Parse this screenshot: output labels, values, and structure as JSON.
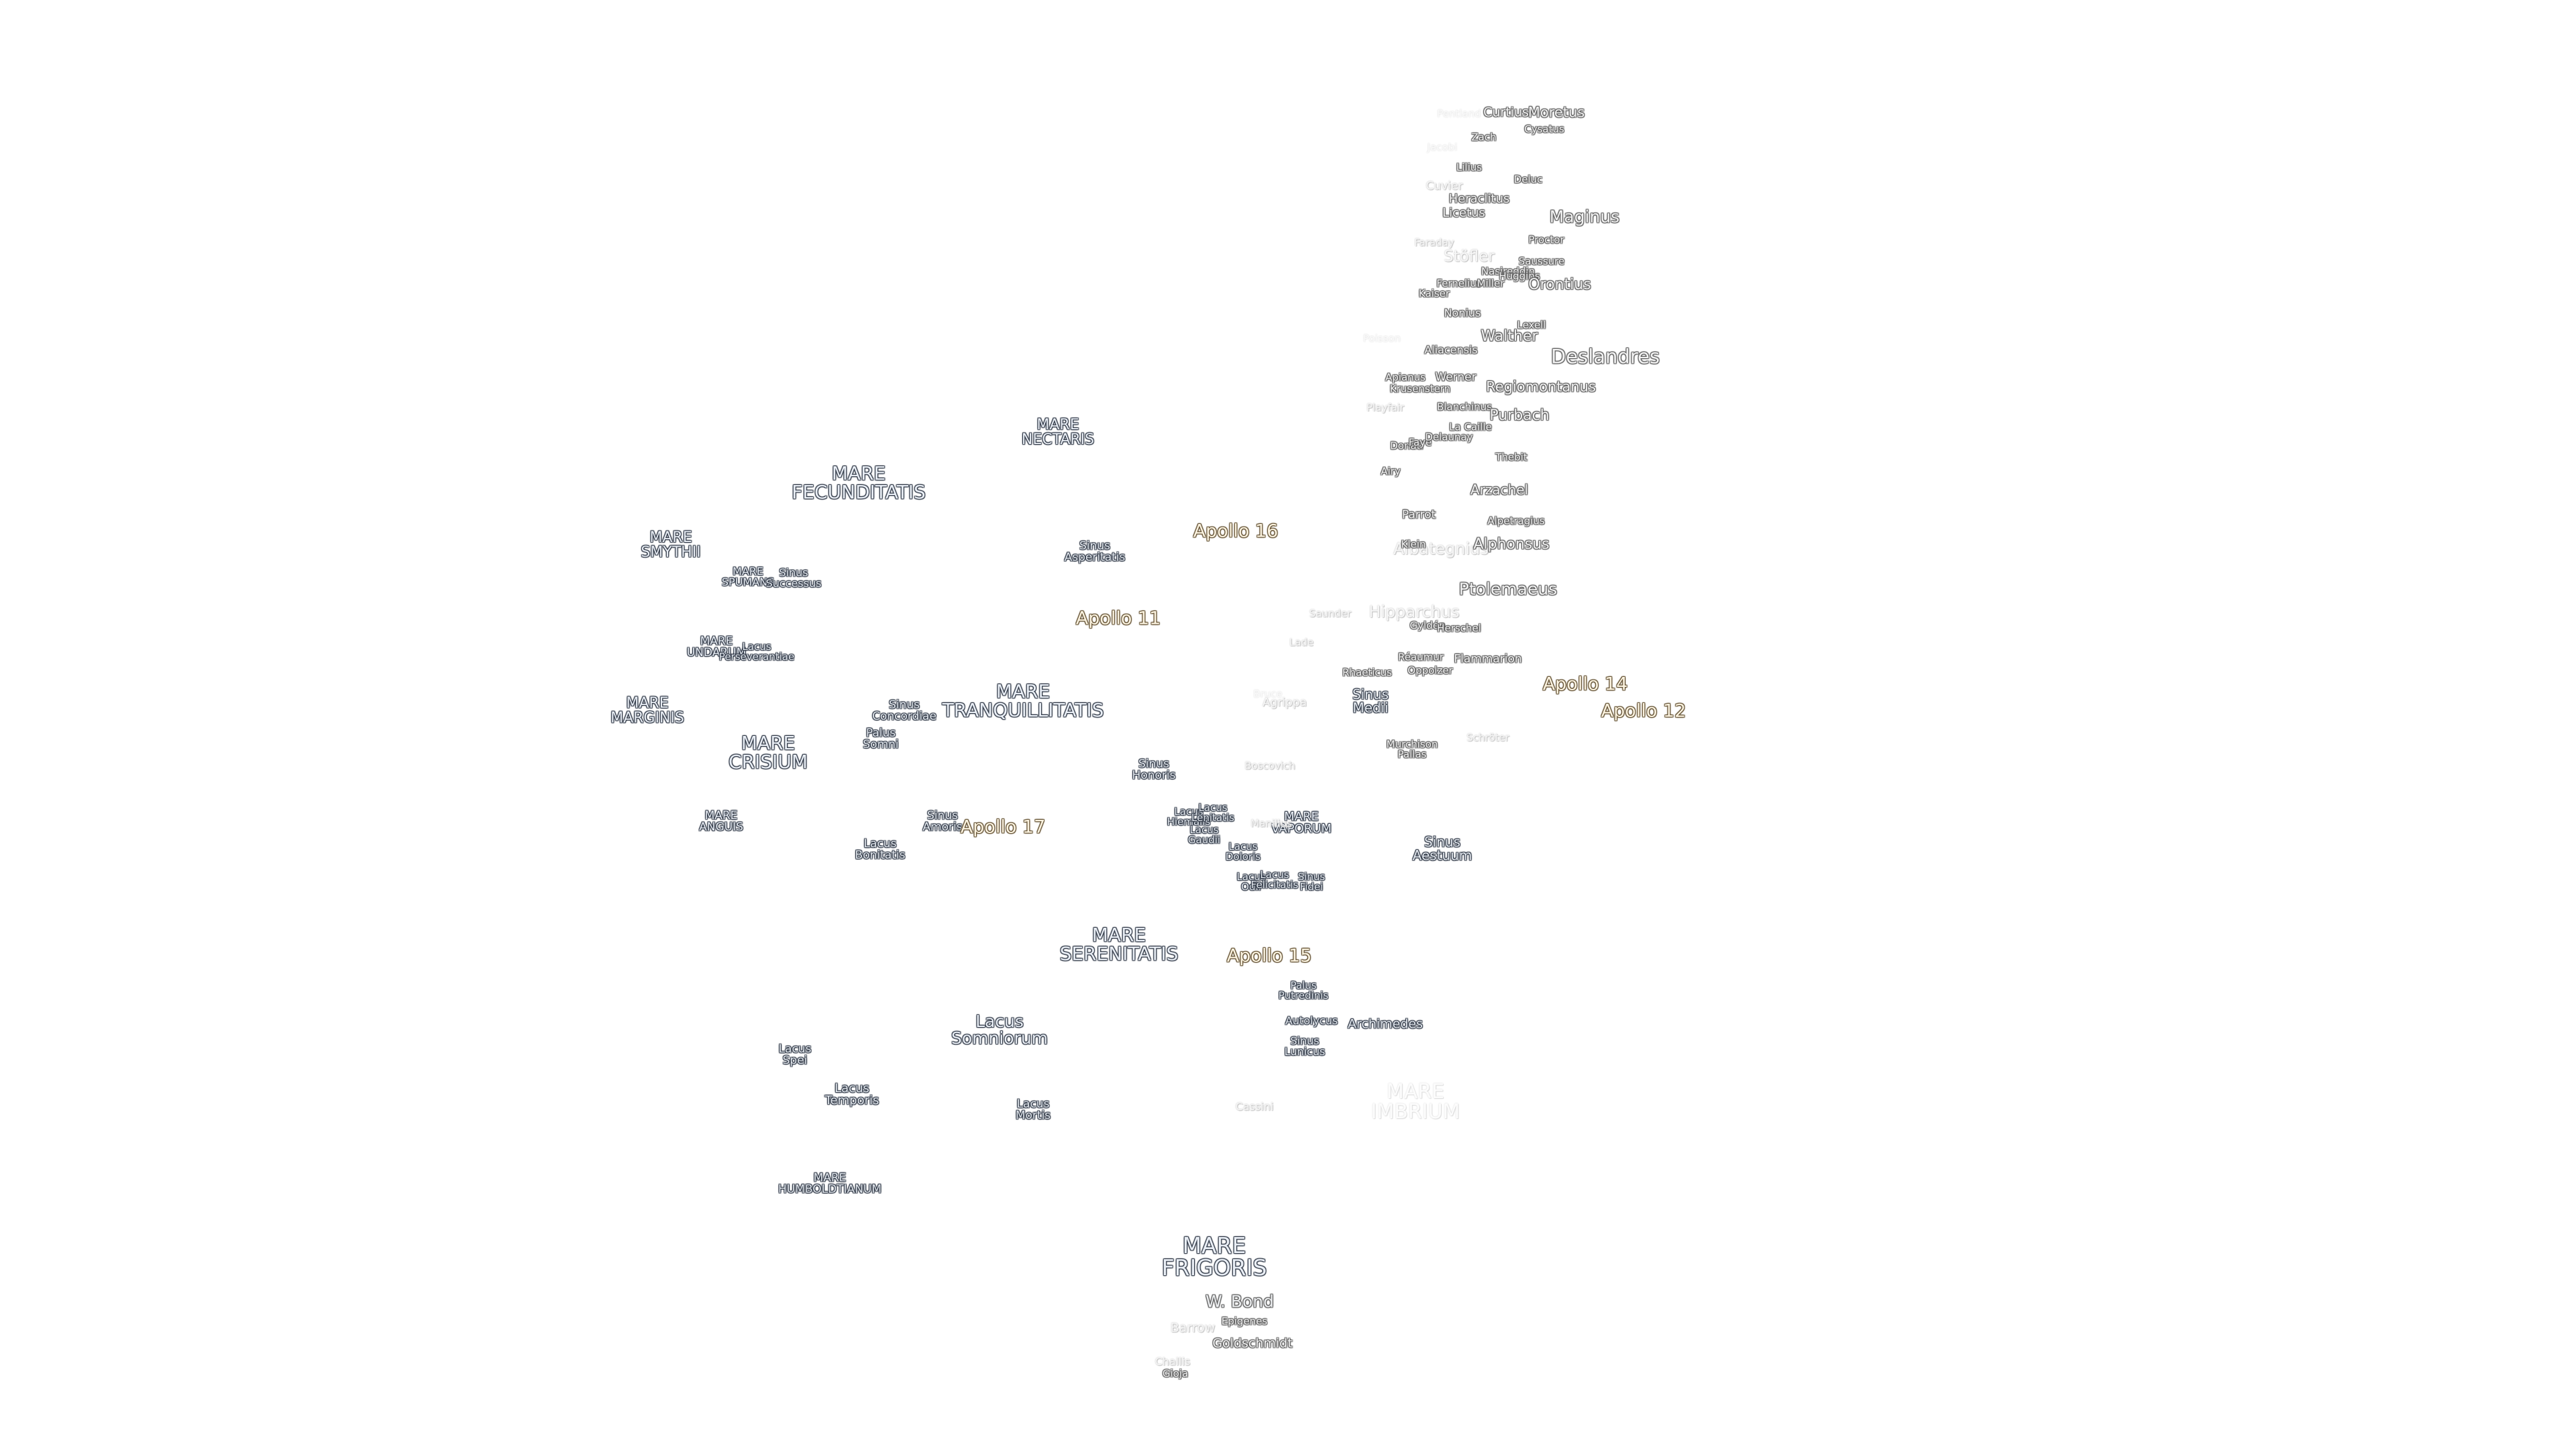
{
  "map": {
    "labels": [
      {
        "id": "mare-nectaris",
        "text": "MARE\nNECTARIS",
        "kind": "mare"
      },
      {
        "id": "mare-fecunditatis",
        "text": "MARE\nFECUNDITATIS",
        "kind": "mare"
      },
      {
        "id": "mare-smythii",
        "text": "MARE\nSMYTHII",
        "kind": "mare"
      },
      {
        "id": "mare-spumans",
        "text": "MARE\nSPUMANS",
        "kind": "mare"
      },
      {
        "id": "sinus-successus",
        "text": "Sinus\nSuccessus",
        "kind": "feature"
      },
      {
        "id": "mare-undarum",
        "text": "MARE\nUNDARUM",
        "kind": "mare"
      },
      {
        "id": "lacus-perseverantiae",
        "text": "Lacus\nPerseverantiae",
        "kind": "feature"
      },
      {
        "id": "mare-marginis",
        "text": "MARE\nMARGINIS",
        "kind": "mare"
      },
      {
        "id": "mare-crisium",
        "text": "MARE\nCRISIUM",
        "kind": "mare"
      },
      {
        "id": "sinus-concordiae",
        "text": "Sinus\nConcordiae",
        "kind": "feature"
      },
      {
        "id": "palus-somni",
        "text": "Palus\nSomni",
        "kind": "feature"
      },
      {
        "id": "mare-tranquillitatis",
        "text": "MARE\nTRANQUILLITATIS",
        "kind": "mare"
      },
      {
        "id": "sinus-asperitatis",
        "text": "Sinus\nAsperitatis",
        "kind": "feature"
      },
      {
        "id": "mare-anguis",
        "text": "MARE\nANGUIS",
        "kind": "mare"
      },
      {
        "id": "sinus-amoris",
        "text": "Sinus\nAmoris",
        "kind": "feature"
      },
      {
        "id": "lacus-bonitatis",
        "text": "Lacus\nBonitatis",
        "kind": "feature"
      },
      {
        "id": "sinus-honoris",
        "text": "Sinus\nHonoris",
        "kind": "feature"
      },
      {
        "id": "lacus-hiemalis",
        "text": "Lacus\nHiemalis",
        "kind": "feature"
      },
      {
        "id": "lacus-lenitatis",
        "text": "Lacus\nLenitatis",
        "kind": "feature"
      },
      {
        "id": "lacus-gaudii",
        "text": "Lacus\nGaudii",
        "kind": "feature"
      },
      {
        "id": "lacus-doloris",
        "text": "Lacus\nDoloris",
        "kind": "feature"
      },
      {
        "id": "mare-vaporum",
        "text": "MARE\nVAPORUM",
        "kind": "mare"
      },
      {
        "id": "lacus-odii",
        "text": "Lacus\nOdii",
        "kind": "feature"
      },
      {
        "id": "lacus-felicitatis",
        "text": "Lacus\nFelicitatis",
        "kind": "feature"
      },
      {
        "id": "sinus-fidei",
        "text": "Sinus\nFidei",
        "kind": "feature"
      },
      {
        "id": "mare-serenitatis",
        "text": "MARE\nSERENITATIS",
        "kind": "mare"
      },
      {
        "id": "palus-putredinis",
        "text": "Palus\nPutredinis",
        "kind": "feature"
      },
      {
        "id": "autolycus",
        "text": "Autolycus",
        "kind": "feature"
      },
      {
        "id": "sinus-lunicus",
        "text": "Sinus\nLunicus",
        "kind": "feature"
      },
      {
        "id": "archimedes",
        "text": "Archimedes",
        "kind": "feature"
      },
      {
        "id": "lacus-somniorum",
        "text": "Lacus\nSomniorum",
        "kind": "mare"
      },
      {
        "id": "lacus-spei",
        "text": "Lacus\nSpei",
        "kind": "feature"
      },
      {
        "id": "lacus-temporis",
        "text": "Lacus\nTemporis",
        "kind": "feature"
      },
      {
        "id": "lacus-mortis",
        "text": "Lacus\nMortis",
        "kind": "feature"
      },
      {
        "id": "mare-humboldtianum",
        "text": "MARE\nHUMBOLDTIANUM",
        "kind": "feature"
      },
      {
        "id": "cassini",
        "text": "Cassini",
        "kind": "crater-faint"
      },
      {
        "id": "mare-imbrium",
        "text": "MARE\nIMBRIUM",
        "kind": "ghost"
      },
      {
        "id": "mare-frigoris",
        "text": "MARE\nFRIGORIS",
        "kind": "mare"
      },
      {
        "id": "w-bond",
        "text": "W. Bond",
        "kind": "crater-l"
      },
      {
        "id": "epigenes",
        "text": "Epigenes",
        "kind": "crater-s"
      },
      {
        "id": "barrow",
        "text": "Barrow",
        "kind": "crater-faint"
      },
      {
        "id": "goldschmidt",
        "text": "Goldschmidt",
        "kind": "crater"
      },
      {
        "id": "challis",
        "text": "Challis",
        "kind": "crater-faint"
      },
      {
        "id": "gioja",
        "text": "Gioja",
        "kind": "crater-s"
      },
      {
        "id": "sinus-aestuum",
        "text": "Sinus\nAestuum",
        "kind": "feature"
      },
      {
        "id": "sinus-medii",
        "text": "Sinus\nMedii",
        "kind": "feature"
      },
      {
        "id": "murchison",
        "text": "Murchison",
        "kind": "crater-s"
      },
      {
        "id": "pallas",
        "text": "Pallas",
        "kind": "crater-s"
      },
      {
        "id": "schroter",
        "text": "Schröter",
        "kind": "crater-faint"
      },
      {
        "id": "bruce",
        "text": "Bruce",
        "kind": "crater-faint"
      },
      {
        "id": "agrippa",
        "text": "Agrippa",
        "kind": "crater-faint"
      },
      {
        "id": "boscovich",
        "text": "Boscovich",
        "kind": "crater-faint"
      },
      {
        "id": "manilius",
        "text": "Manilius",
        "kind": "crater-faint"
      },
      {
        "id": "saunder",
        "text": "Saunder",
        "kind": "crater-faint"
      },
      {
        "id": "lade",
        "text": "Lade",
        "kind": "crater-faint"
      },
      {
        "id": "hipparchus",
        "text": "Hipparchus",
        "kind": "crater-l-faint"
      },
      {
        "id": "gylden",
        "text": "Gyldén",
        "kind": "crater-s"
      },
      {
        "id": "herschel",
        "text": "Herschel",
        "kind": "crater-s"
      },
      {
        "id": "reaumur",
        "text": "Réaumur",
        "kind": "crater-s"
      },
      {
        "id": "oppolzer",
        "text": "Oppolzer",
        "kind": "crater-s"
      },
      {
        "id": "rhaeticus",
        "text": "Rhaeticus",
        "kind": "crater-s"
      },
      {
        "id": "flammarion",
        "text": "Flammarion",
        "kind": "crater-s"
      },
      {
        "id": "ptolemaeus",
        "text": "Ptolemaeus",
        "kind": "crater-l"
      },
      {
        "id": "albategnius",
        "text": "Albategnius",
        "kind": "crater-l-faint"
      },
      {
        "id": "klein",
        "text": "Klein",
        "kind": "crater-s"
      },
      {
        "id": "alphonsus",
        "text": "Alphonsus",
        "kind": "crater"
      },
      {
        "id": "alpetragius",
        "text": "Alpetragius",
        "kind": "crater-s"
      },
      {
        "id": "parrot",
        "text": "Parrot",
        "kind": "crater-s"
      },
      {
        "id": "arzachel",
        "text": "Arzachel",
        "kind": "crater"
      },
      {
        "id": "airy",
        "text": "Airy",
        "kind": "crater-s"
      },
      {
        "id": "donati",
        "text": "Donati",
        "kind": "crater-s"
      },
      {
        "id": "faye",
        "text": "Faye",
        "kind": "crater-s"
      },
      {
        "id": "delaunay",
        "text": "Delaunay",
        "kind": "crater-s"
      },
      {
        "id": "thebit",
        "text": "Thebit",
        "kind": "crater-s"
      },
      {
        "id": "la-caille",
        "text": "La Caille",
        "kind": "crater-s"
      },
      {
        "id": "blanchinus",
        "text": "Blanchinus",
        "kind": "crater-s"
      },
      {
        "id": "purbach",
        "text": "Purbach",
        "kind": "crater"
      },
      {
        "id": "playfair",
        "text": "Playfair",
        "kind": "crater-faint"
      },
      {
        "id": "apianus",
        "text": "Apianus",
        "kind": "crater-s"
      },
      {
        "id": "krusenstern",
        "text": "Krusenstern",
        "kind": "crater-s"
      },
      {
        "id": "werner",
        "text": "Werner",
        "kind": "crater-s"
      },
      {
        "id": "regiomontanus",
        "text": "Regiomontanus",
        "kind": "crater"
      },
      {
        "id": "aliacensis",
        "text": "Aliacensis",
        "kind": "crater-s"
      },
      {
        "id": "walther",
        "text": "Walther",
        "kind": "crater"
      },
      {
        "id": "deslandres",
        "text": "Deslandres",
        "kind": "crater-xl"
      },
      {
        "id": "poisson",
        "text": "Poisson",
        "kind": "crater-faint"
      },
      {
        "id": "lexell",
        "text": "Lexell",
        "kind": "crater-s"
      },
      {
        "id": "nonius",
        "text": "Nonius",
        "kind": "crater-s"
      },
      {
        "id": "kaiser",
        "text": "Kaiser",
        "kind": "crater-s"
      },
      {
        "id": "fernelius",
        "text": "Fernelius",
        "kind": "crater-s"
      },
      {
        "id": "miller",
        "text": "Miller",
        "kind": "crater-s"
      },
      {
        "id": "nasireddin",
        "text": "Nasireddin",
        "kind": "crater-s"
      },
      {
        "id": "huggins",
        "text": "Huggins",
        "kind": "crater-s"
      },
      {
        "id": "orontius",
        "text": "Orontius",
        "kind": "crater"
      },
      {
        "id": "saussure",
        "text": "Saussure",
        "kind": "crater-s"
      },
      {
        "id": "stofler",
        "text": "Stöfler",
        "kind": "crater-l-faint"
      },
      {
        "id": "faraday",
        "text": "Faraday",
        "kind": "crater-faint"
      },
      {
        "id": "proctor",
        "text": "Proctor",
        "kind": "crater-s"
      },
      {
        "id": "maginus",
        "text": "Maginus",
        "kind": "crater-l"
      },
      {
        "id": "licetus",
        "text": "Licetus",
        "kind": "crater"
      },
      {
        "id": "heraclitus",
        "text": "Heraclitus",
        "kind": "crater"
      },
      {
        "id": "cuvier",
        "text": "Cuvier",
        "kind": "crater-faint"
      },
      {
        "id": "lilius",
        "text": "Lilius",
        "kind": "crater-s"
      },
      {
        "id": "deluc",
        "text": "Deluc",
        "kind": "crater-s"
      },
      {
        "id": "jacobi",
        "text": "Jacobi",
        "kind": "crater-faint"
      },
      {
        "id": "zach",
        "text": "Zach",
        "kind": "crater-s"
      },
      {
        "id": "pentland",
        "text": "Pentland",
        "kind": "crater-faint"
      },
      {
        "id": "curtius",
        "text": "Curtius",
        "kind": "crater"
      },
      {
        "id": "moretus",
        "text": "Moretus",
        "kind": "crater"
      },
      {
        "id": "cysatus",
        "text": "Cysatus",
        "kind": "crater-s"
      },
      {
        "id": "apollo-16",
        "text": "Apollo 16",
        "kind": "apollo"
      },
      {
        "id": "apollo-11",
        "text": "Apollo 11",
        "kind": "apollo"
      },
      {
        "id": "apollo-14",
        "text": "Apollo 14",
        "kind": "apollo"
      },
      {
        "id": "apollo-12",
        "text": "Apollo 12",
        "kind": "apollo"
      },
      {
        "id": "apollo-17",
        "text": "Apollo 17",
        "kind": "apollo"
      },
      {
        "id": "apollo-15",
        "text": "Apollo 15",
        "kind": "apollo"
      }
    ]
  }
}
